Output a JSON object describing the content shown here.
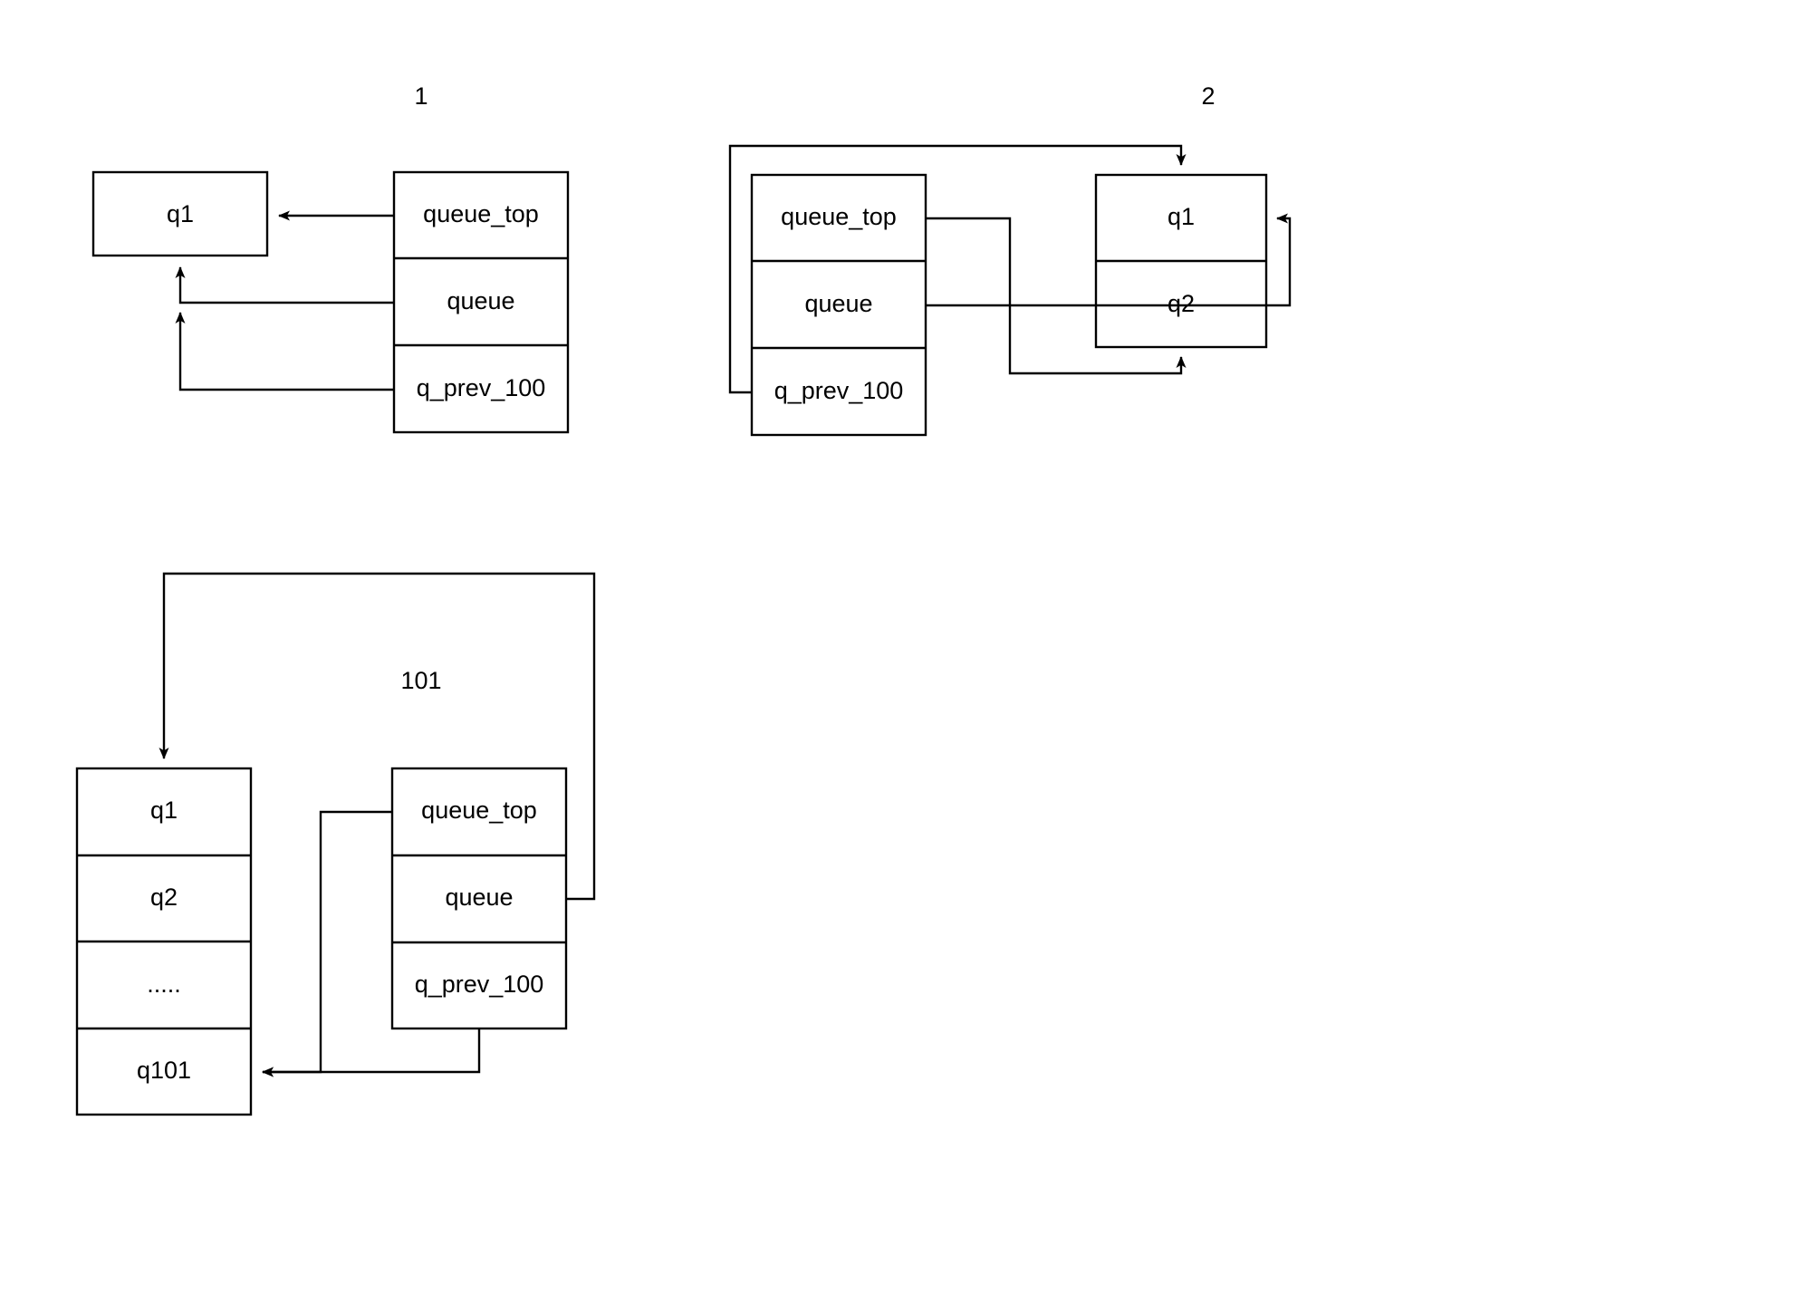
{
  "diagram": {
    "title": "",
    "background_color": "#ffffff",
    "line_color": "#000000",
    "panels": [
      {
        "id": "panel-1",
        "title": "1",
        "struct_box": {
          "name": "queue-struct-1",
          "rows": [
            "queue_top",
            "queue",
            "q_prev_100"
          ]
        },
        "target_box": {
          "name": "queue-array-1",
          "rows": [
            "q1"
          ]
        }
      },
      {
        "id": "panel-2",
        "title": "2",
        "struct_box": {
          "name": "queue-struct-2",
          "rows": [
            "queue_top",
            "queue",
            "q_prev_100"
          ]
        },
        "target_box": {
          "name": "queue-array-2",
          "rows": [
            "q1",
            "q2"
          ]
        }
      },
      {
        "id": "panel-3",
        "title": "101",
        "struct_box": {
          "name": "queue-struct-3",
          "rows": [
            "queue_top",
            "queue",
            "q_prev_100"
          ]
        },
        "target_box": {
          "name": "queue-array-3",
          "rows": [
            "q1",
            "q2",
            ".....",
            "q101"
          ]
        }
      }
    ]
  },
  "labels": {
    "p1_title": "1",
    "p1_q1": "q1",
    "p1_queue_top": "queue_top",
    "p1_queue": "queue",
    "p1_q_prev_100": "q_prev_100",
    "p2_title": "2",
    "p2_queue_top": "queue_top",
    "p2_queue": "queue",
    "p2_q_prev_100": "q_prev_100",
    "p2_q1": "q1",
    "p2_q2": "q2",
    "p3_title": "101",
    "p3_q1": "q1",
    "p3_q2": "q2",
    "p3_dots": ".....",
    "p3_q101": "q101",
    "p3_queue_top": "queue_top",
    "p3_queue": "queue",
    "p3_q_prev_100": "q_prev_100"
  }
}
